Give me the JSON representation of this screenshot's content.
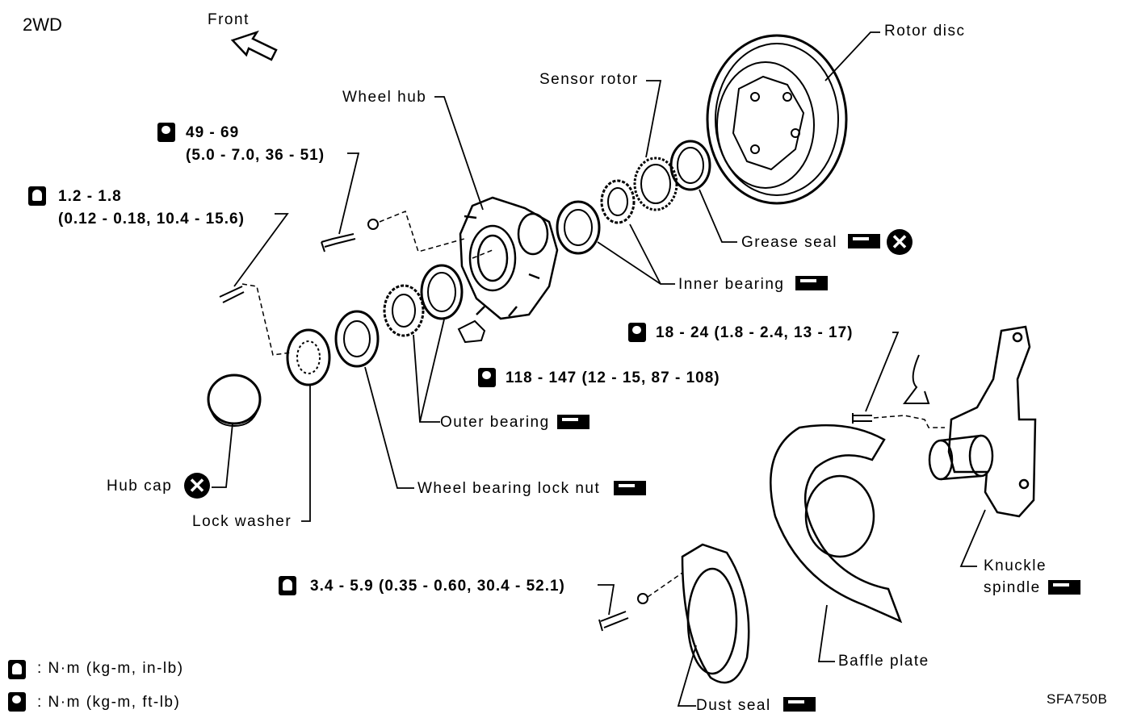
{
  "title": "2WD",
  "direction": "Front",
  "figure_code": "SFA750B",
  "parts": {
    "rotor_disc": "Rotor disc",
    "sensor_rotor": "Sensor rotor",
    "wheel_hub": "Wheel hub",
    "grease_seal": "Grease seal",
    "inner_bearing": "Inner bearing",
    "outer_bearing": "Outer bearing",
    "wheel_bearing_lock_nut": "Wheel bearing lock nut",
    "hub_cap": "Hub cap",
    "lock_washer": "Lock washer",
    "knuckle_spindle_1": "Knuckle",
    "knuckle_spindle_2": "spindle",
    "baffle_plate": "Baffle plate",
    "dust_seal": "Dust seal"
  },
  "torques": {
    "hub_bolt_1": "49 - 69",
    "hub_bolt_2": "(5.0 - 7.0, 36 - 51)",
    "lock_screw_1": "1.2 - 1.8",
    "lock_screw_2": "(0.12 - 0.18, 10.4 - 15.6)",
    "sensor_bolt": "18 - 24 (1.8 - 2.4, 13 - 17)",
    "nut": "118 - 147 (12 - 15, 87 - 108)",
    "baffle_bolt": "3.4 - 5.9 (0.35 - 0.60, 30.4 - 52.1)"
  },
  "legend": {
    "in_lb": ": N·m (kg-m, in-lb)",
    "ft_lb": ": N·m (kg-m, ft-lb)"
  },
  "icons": [
    "torque-wrench-inlb-icon",
    "torque-wrench-ftlb-icon",
    "grease-icon",
    "do-not-reuse-icon",
    "front-arrow-icon"
  ]
}
